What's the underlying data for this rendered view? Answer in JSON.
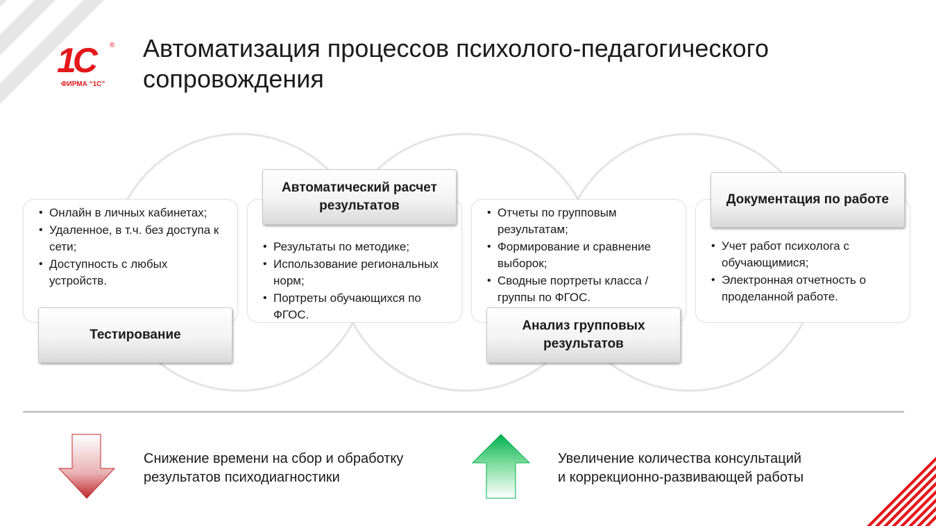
{
  "title": "Автоматизация процессов психолого-педагогического сопровождения",
  "logo": {
    "mark": "1С",
    "reg": "®",
    "caption": "ФИРМА “1С”"
  },
  "stages": [
    {
      "label": "Тестирование",
      "bullets": [
        "Онлайн в личных кабинетах;",
        "Удаленное, в т.ч. без доступа к сети;",
        "Доступность с любых устройств."
      ]
    },
    {
      "label": "Автоматический расчет результатов",
      "bullets": [
        "Результаты по методике;",
        "Использование региональных норм;",
        "Портреты обучающихся по ФГОС."
      ]
    },
    {
      "label": "Анализ групповых результатов",
      "bullets": [
        "Отчеты по групповым результатам;",
        "Формирование и сравнение выборок;",
        "Сводные портреты класса / группы по ФГОС."
      ]
    },
    {
      "label": "Документация по работе",
      "bullets": [
        "Учет работ психолога с обучающимися;",
        "Электронная отчетность о проделанной работе."
      ]
    }
  ],
  "outcomes": {
    "decrease": "Снижение времени на сбор и обработку результатов психодиагностики",
    "increase": "Увеличение количества консультаций и коррекционно-развивающей работы"
  },
  "colors": {
    "brand": "#e3171b",
    "arrow_down": "#c0272d",
    "arrow_up": "#00b050"
  },
  "icons": {
    "decrease": "arrow-down-icon",
    "increase": "arrow-up-icon"
  }
}
